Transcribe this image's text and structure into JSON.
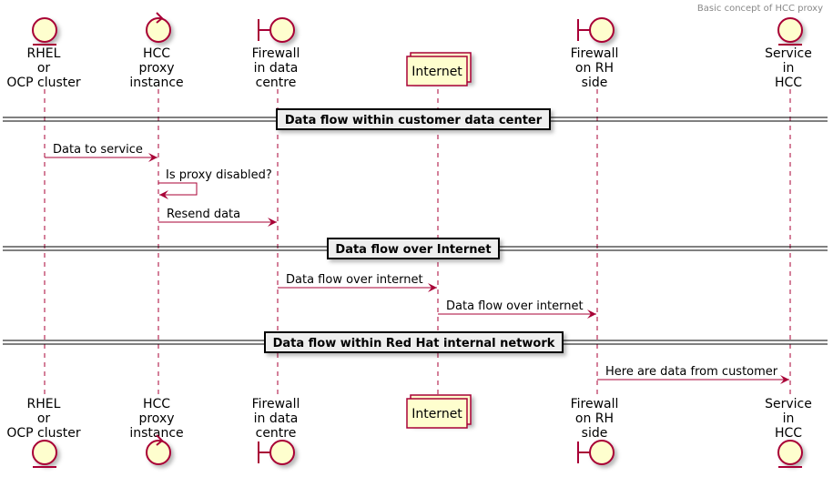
{
  "header": {
    "text": "Basic concept of HCC proxy"
  },
  "colors": {
    "participant_fill": "#FEFECE",
    "participant_stroke": "#A80036",
    "arrow": "#A80036",
    "lifeline": "#A80036",
    "divider_fill": "#EEEEEE"
  },
  "participants": [
    {
      "id": "rhel",
      "kind": "entity",
      "lines": [
        "RHEL",
        "or",
        "OCP cluster"
      ]
    },
    {
      "id": "hcc_proxy",
      "kind": "control",
      "lines": [
        "HCC",
        "proxy",
        "instance"
      ]
    },
    {
      "id": "firewall_dc",
      "kind": "boundary",
      "lines": [
        "Firewall",
        "in data",
        "centre"
      ]
    },
    {
      "id": "internet",
      "kind": "collections",
      "lines": [
        "Internet"
      ]
    },
    {
      "id": "firewall_rh",
      "kind": "boundary",
      "lines": [
        "Firewall",
        "on RH",
        "side"
      ]
    },
    {
      "id": "service_hcc",
      "kind": "entity",
      "lines": [
        "Service",
        "in",
        "HCC"
      ]
    }
  ],
  "dividers": [
    {
      "label": "Data flow within customer data center"
    },
    {
      "label": "Data flow over Internet"
    },
    {
      "label": "Data flow within Red Hat internal network"
    }
  ],
  "messages": [
    {
      "from": "rhel",
      "to": "hcc_proxy",
      "label": "Data to service"
    },
    {
      "from": "hcc_proxy",
      "to": "hcc_proxy",
      "label": "Is proxy disabled?"
    },
    {
      "from": "hcc_proxy",
      "to": "firewall_dc",
      "label": "Resend data"
    },
    {
      "from": "firewall_dc",
      "to": "internet",
      "label": "Data flow over internet"
    },
    {
      "from": "internet",
      "to": "firewall_rh",
      "label": "Data flow over internet"
    },
    {
      "from": "firewall_rh",
      "to": "service_hcc",
      "label": "Here are data from customer"
    }
  ]
}
